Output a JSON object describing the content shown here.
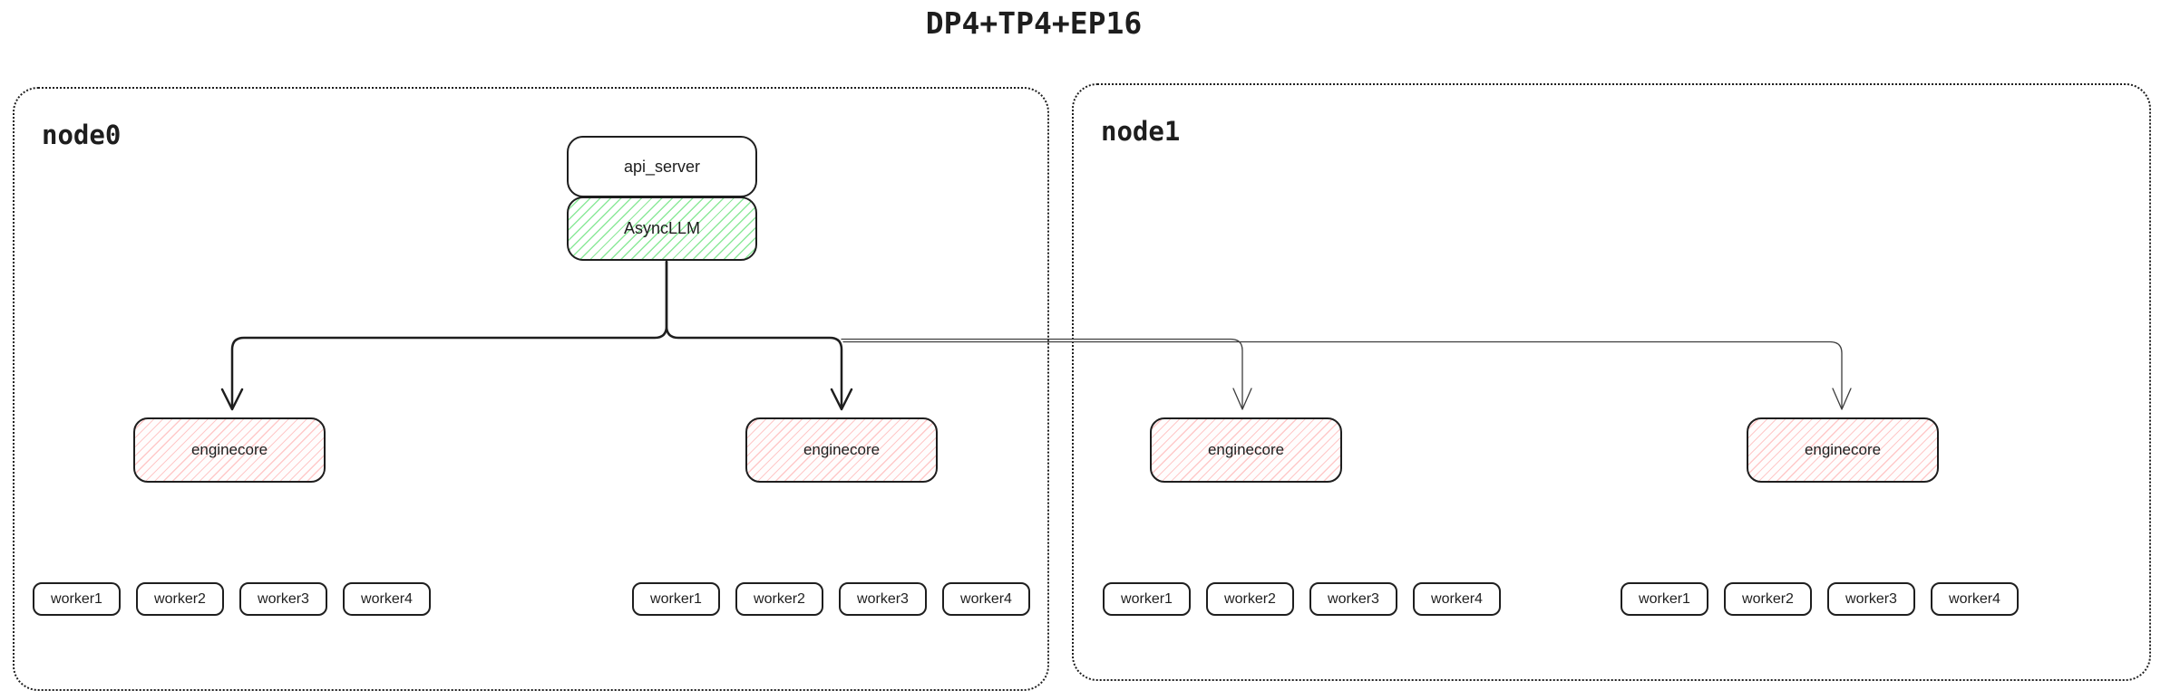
{
  "title": "DP4+TP4+EP16",
  "colors": {
    "ink": "#1e1e1e",
    "thin-line": "#3d3d3d",
    "green-hatch": "#8ce99a",
    "red-hatch": "#ffc9c9"
  },
  "node0": {
    "label": "node0",
    "api_server": "api_server",
    "async_llm": "AsyncLLM",
    "enginecores": [
      "enginecore",
      "enginecore"
    ],
    "worker_groups": [
      [
        "worker1",
        "worker2",
        "worker3",
        "worker4"
      ],
      [
        "worker1",
        "worker2",
        "worker3",
        "worker4"
      ]
    ]
  },
  "node1": {
    "label": "node1",
    "enginecores": [
      "enginecore",
      "enginecore"
    ],
    "worker_groups": [
      [
        "worker1",
        "worker2",
        "worker3",
        "worker4"
      ],
      [
        "worker1",
        "worker2",
        "worker3",
        "worker4"
      ]
    ]
  }
}
